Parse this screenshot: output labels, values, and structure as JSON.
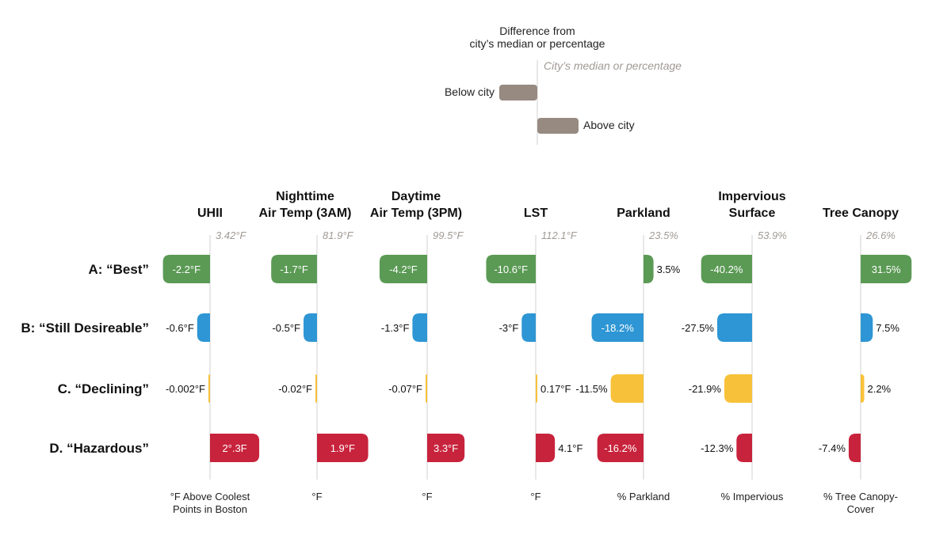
{
  "legend": {
    "title_line1": "Difference from",
    "title_line2": "city’s median or percentage",
    "axis_label": "City’s median or percentage",
    "below_label": "Below city",
    "above_label": "Above city",
    "bar_color": "#978a81"
  },
  "colors": {
    "A": "#5b9a55",
    "B": "#2e96d4",
    "C": "#f7c139",
    "D": "#c8233c",
    "axis": "#d0d0d0",
    "median_text": "#a09a94"
  },
  "rows": [
    {
      "key": "A",
      "label": "A: “Best”"
    },
    {
      "key": "B",
      "label": "B: “Still Desireable”"
    },
    {
      "key": "C",
      "label": "C. “Declining”"
    },
    {
      "key": "D",
      "label": "D. “Hazardous”"
    }
  ],
  "chart_data": {
    "type": "bar",
    "orientation": "horizontal-diverging",
    "columns": [
      {
        "title_lines": [
          "UHII"
        ],
        "median_label": "3.42°F",
        "footer_lines": [
          "°F Above Coolest",
          "Points in Boston"
        ],
        "values": [
          -2.2,
          -0.6,
          -0.002,
          2.3
        ],
        "labels": [
          "-2.2°F",
          "-0.6°F",
          "-0.002°F",
          "2°.3F"
        ]
      },
      {
        "title_lines": [
          "Nighttime",
          "Air Temp (3AM)"
        ],
        "median_label": "81.9°F",
        "footer_lines": [
          "°F"
        ],
        "values": [
          -1.7,
          -0.5,
          -0.02,
          1.9
        ],
        "labels": [
          "-1.7°F",
          "-0.5°F",
          "-0.02°F",
          "1.9°F"
        ]
      },
      {
        "title_lines": [
          "Daytime",
          "Air Temp (3PM)"
        ],
        "median_label": "99.5°F",
        "footer_lines": [
          "°F"
        ],
        "values": [
          -4.2,
          -1.3,
          -0.07,
          3.3
        ],
        "labels": [
          "-4.2°F",
          "-1.3°F",
          "-0.07°F",
          "3.3°F"
        ]
      },
      {
        "title_lines": [
          "LST"
        ],
        "median_label": "112.1°F",
        "footer_lines": [
          "°F"
        ],
        "values": [
          -10.6,
          -3,
          0.17,
          4.1
        ],
        "labels": [
          "-10.6°F",
          "-3°F",
          "0.17°F",
          "4.1°F"
        ]
      },
      {
        "title_lines": [
          "Parkland"
        ],
        "median_label": "23.5%",
        "footer_lines": [
          "% Parkland"
        ],
        "values": [
          3.5,
          -18.2,
          -11.5,
          -16.2
        ],
        "labels": [
          "3.5%",
          "-18.2%",
          "-11.5%",
          "-16.2%"
        ]
      },
      {
        "title_lines": [
          "Impervious",
          "Surface"
        ],
        "median_label": "53.9%",
        "footer_lines": [
          "% Impervious"
        ],
        "values": [
          -40.2,
          -27.5,
          -21.9,
          -12.3
        ],
        "labels": [
          "-40.2%",
          "-27.5%",
          "-21.9%",
          "-12.3%"
        ]
      },
      {
        "title_lines": [
          "Tree Canopy"
        ],
        "median_label": "26.6%",
        "footer_lines": [
          "% Tree Canopy-",
          "Cover"
        ],
        "values": [
          31.5,
          7.5,
          2.2,
          -7.4
        ],
        "labels": [
          "31.5%",
          "7.5%",
          "2.2%",
          "-7.4%"
        ]
      }
    ]
  }
}
